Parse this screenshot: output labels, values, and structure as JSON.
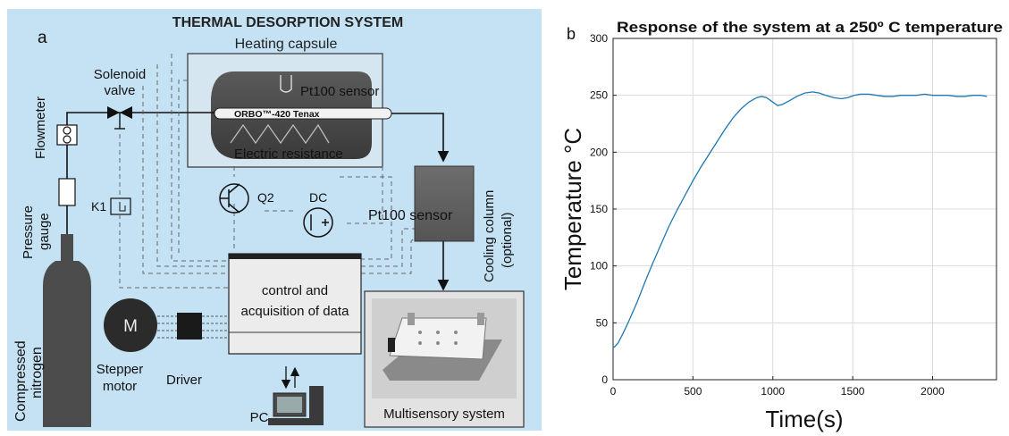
{
  "panel_a": {
    "label": "a",
    "title": "THERMAL DESORPTION SYSTEM",
    "heating_capsule": "Heating capsule",
    "pt100_sensor_top": "Pt100 sensor",
    "tube_label": "ORBO™-420 Tenax",
    "electric_resistance": "Electric resistance",
    "solenoid_line1": "Solenoid",
    "solenoid_line2": "valve",
    "flowmeter": "Flowmeter",
    "pressure_line1": "Pressure",
    "pressure_line2": "gauge",
    "k1": "K1",
    "q2": "Q2",
    "dc": "DC",
    "pt100_sensor_right": "Pt100 sensor",
    "cooling_line1": "Cooling column",
    "cooling_line2": "(optional)",
    "control_line1": "control and",
    "control_line2": "acquisition of data",
    "motor_letter": "M",
    "stepper_line1": "Stepper",
    "stepper_line2": "motor",
    "driver": "Driver",
    "pc": "PC",
    "nitrogen_line1": "Compressed",
    "nitrogen_line2": "nitrogen",
    "multisensory": "Multisensory system",
    "colors": {
      "background": "#c5e2f4",
      "capsule": "#4a4a4a",
      "nitrogen": "#4c4c4c",
      "line": "#111111"
    }
  },
  "panel_b": {
    "label": "b",
    "title": "Response of the system at a 250º C  temperature",
    "chart_data": {
      "type": "line",
      "title": "Response of the system at a 250º C  temperature",
      "xlabel": "Time(s)",
      "ylabel": "Temperature °C",
      "xlim": [
        0,
        2400
      ],
      "ylim": [
        0,
        300
      ],
      "x_ticks": [
        0,
        500,
        1000,
        1500,
        2000
      ],
      "y_ticks": [
        0,
        50,
        100,
        150,
        200,
        250,
        300
      ],
      "grid": true,
      "line_color": "#1f77b4",
      "series": [
        {
          "x": [
            0,
            10,
            30,
            60,
            100,
            150,
            200,
            250,
            300,
            350,
            400,
            450,
            500,
            550,
            600,
            650,
            700,
            750,
            800,
            850,
            900,
            930,
            960,
            1000,
            1030,
            1060,
            1100,
            1150,
            1200,
            1250,
            1290,
            1330,
            1380,
            1430,
            1470,
            1510,
            1550,
            1600,
            1650,
            1700,
            1750,
            1800,
            1850,
            1900,
            1950,
            2000,
            2050,
            2100,
            2150,
            2200,
            2250,
            2300,
            2340
          ],
          "y": [
            28,
            29,
            32,
            40,
            52,
            68,
            86,
            103,
            119,
            135,
            149,
            162,
            175,
            187,
            198,
            209,
            220,
            230,
            238,
            244,
            248,
            249,
            248,
            244,
            241,
            242,
            245,
            249,
            252,
            253,
            252,
            250,
            248,
            247,
            248,
            250,
            251,
            251,
            250,
            249,
            249,
            250,
            250,
            250,
            251,
            250,
            250,
            250,
            249,
            249,
            250,
            250,
            249
          ]
        }
      ]
    }
  }
}
